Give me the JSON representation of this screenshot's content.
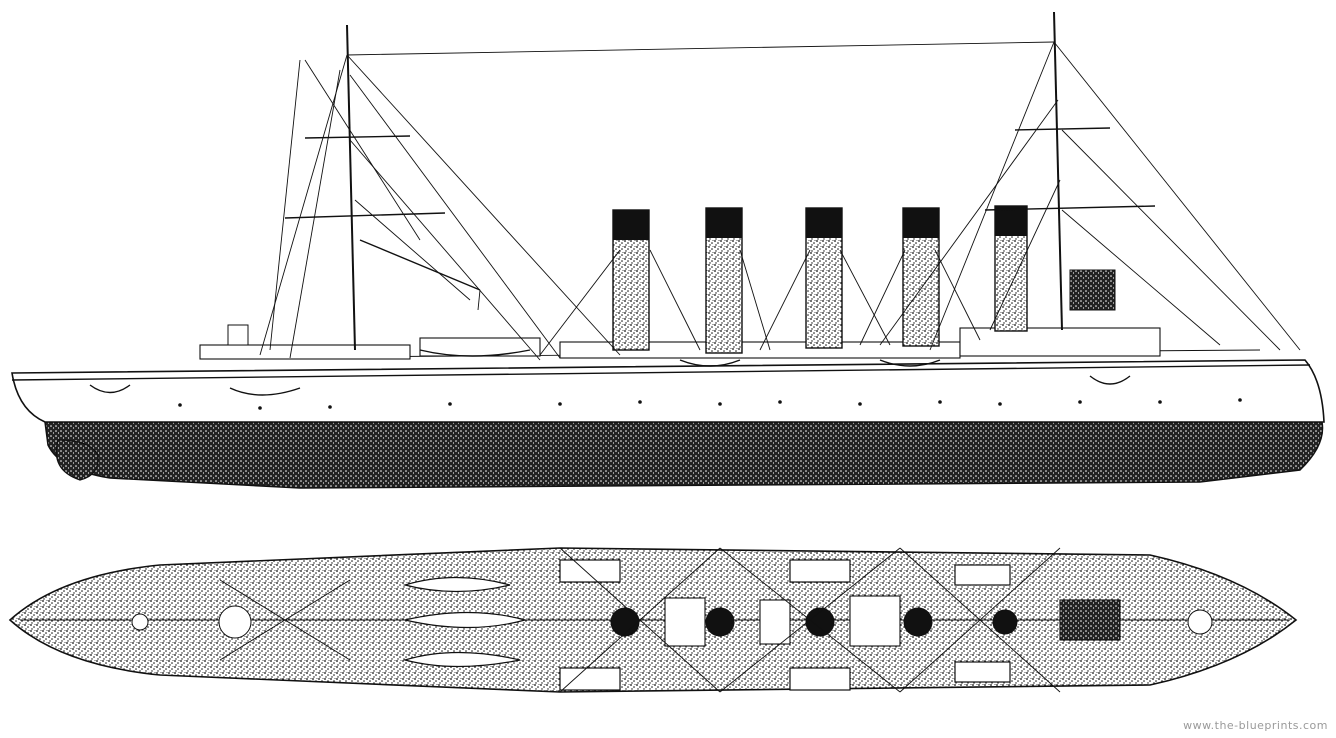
{
  "watermark": {
    "text": "www.the-blueprints.com"
  },
  "views": {
    "side": "side-elevation",
    "top": "top-plan"
  },
  "ship": {
    "funnels": 5,
    "masts": 2
  },
  "colors": {
    "ink": "#111111",
    "paper": "#ffffff",
    "stipple": "#8a8a8a",
    "watermark": "#9a9a9a"
  }
}
